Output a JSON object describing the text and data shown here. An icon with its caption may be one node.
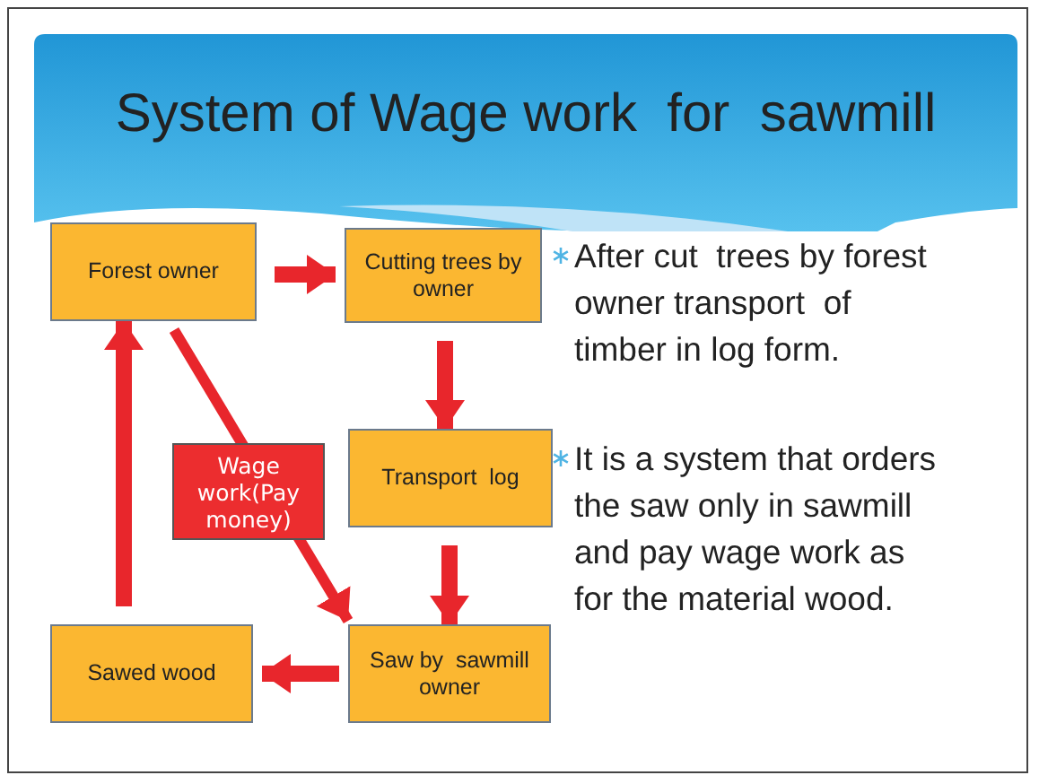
{
  "diagram": {
    "title": "System of Wage work  for  sawmill",
    "nodes": [
      {
        "text": [
          "Forest owner"
        ]
      },
      {
        "text": [
          "Cutting trees by owner"
        ]
      },
      {
        "text": [
          "Transport  log"
        ]
      },
      {
        "text": [
          "Saw by  sawmill owner"
        ]
      },
      {
        "text": [
          "Sawed wood"
        ]
      }
    ],
    "edges": [
      {
        "from": 0,
        "to": 1,
        "arrow": "to"
      },
      {
        "from": 1,
        "to": 2,
        "arrow": "to"
      },
      {
        "from": 2,
        "to": 3,
        "arrow": "to"
      },
      {
        "from": 3,
        "to": 4,
        "arrow": "to"
      },
      {
        "from": 4,
        "to": 0,
        "arrow": "to"
      },
      {
        "from": 0,
        "to": 3,
        "arrow": "to",
        "label": "Wage work(Pay money)"
      }
    ],
    "labels": [
      "After cut  trees by forest owner transport  of  timber in log form.",
      "It is a system that orders the saw only in sawmill and pay wage work as for the material wood."
    ]
  }
}
